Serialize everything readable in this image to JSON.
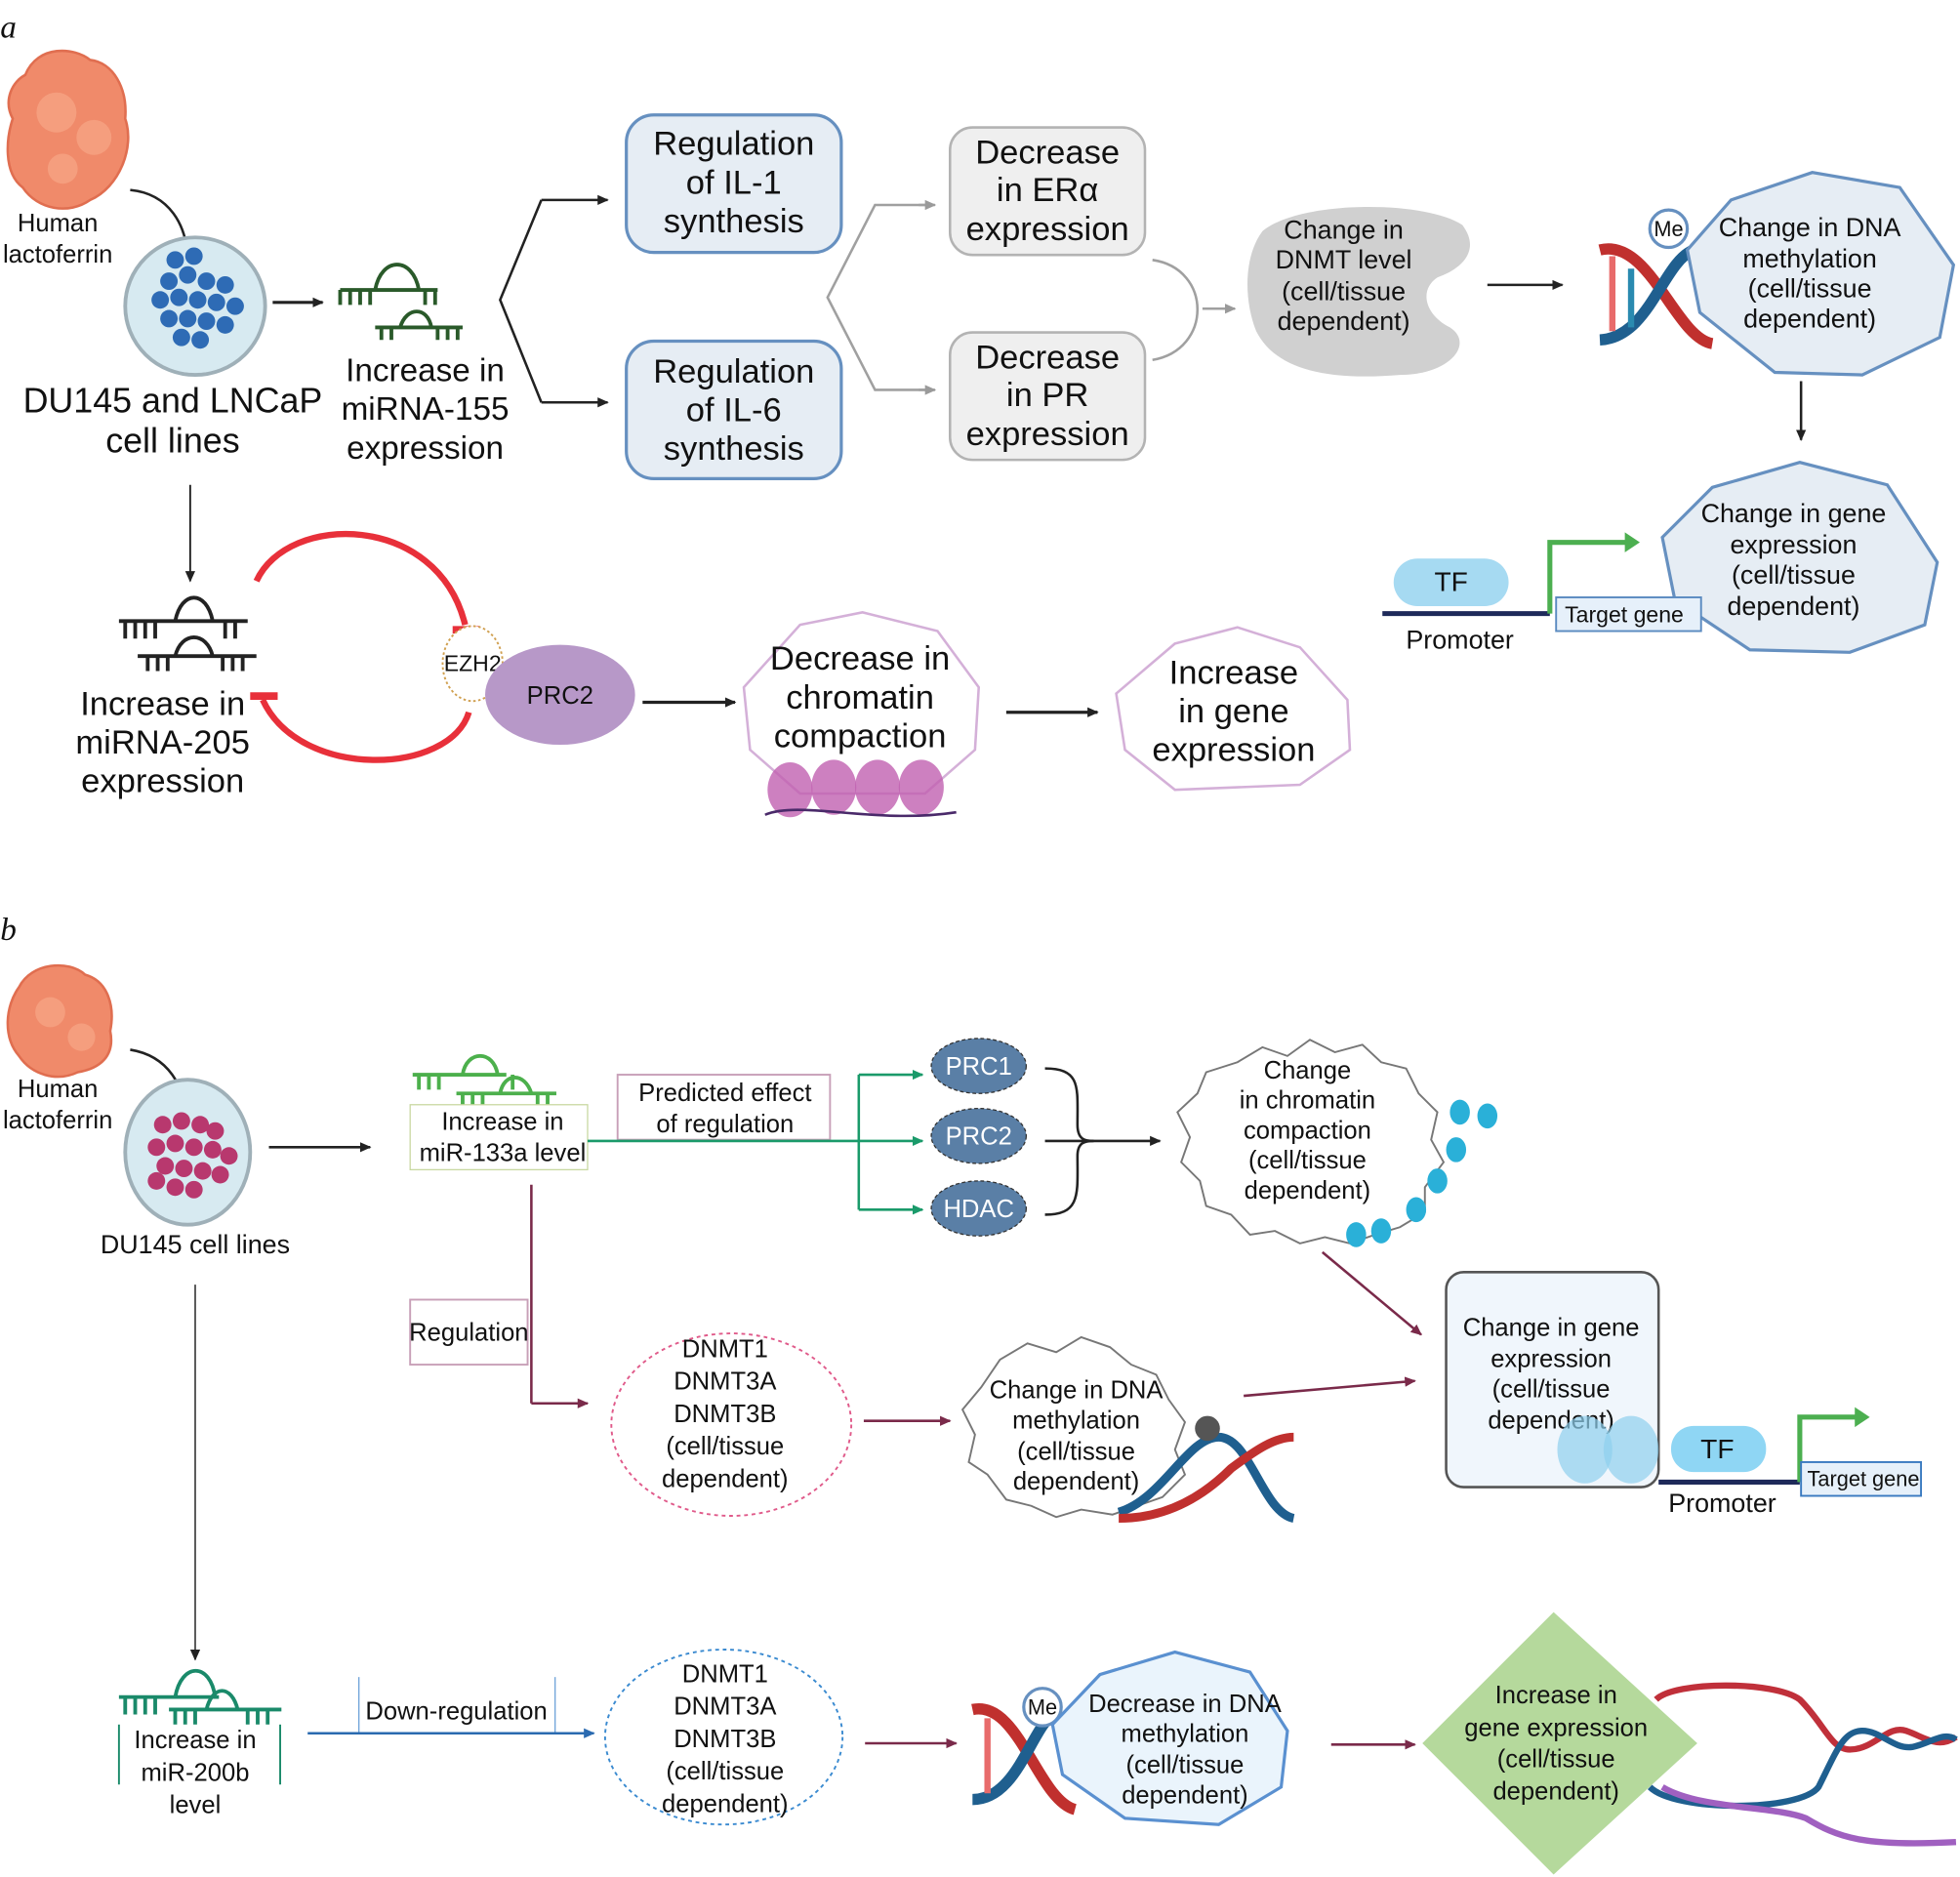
{
  "panel_a": {
    "label": "a",
    "source": [
      "Human",
      "lactoferrin"
    ],
    "cells": [
      "DU145 and LNCaP",
      "cell lines"
    ],
    "mirna155": [
      "Increase in",
      "miRNA-155",
      "expression"
    ],
    "il1": [
      "Regulation",
      "of IL-1",
      "synthesis"
    ],
    "il6": [
      "Regulation",
      "of IL-6",
      "synthesis"
    ],
    "era": [
      "Decrease",
      "in ERα",
      "expression"
    ],
    "pr": [
      "Decrease",
      "in PR",
      "expression"
    ],
    "dnmt": [
      "Change in",
      "DNMT level",
      "(cell/tissue",
      "dependent)"
    ],
    "me": "Me",
    "dna_meth": [
      "Change in DNA",
      "methylation",
      "(cell/tissue",
      "dependent)"
    ],
    "gene_expr": [
      "Change in gene",
      "expression",
      "(cell/tissue",
      "dependent)"
    ],
    "tf": "TF",
    "target_gene": "Target gene",
    "promoter": "Promoter",
    "mirna205": [
      "Increase in",
      "miRNA-205",
      "expression"
    ],
    "ezh2": "EZH2",
    "prc2": "PRC2",
    "chromatin": [
      "Decrease in",
      "chromatin",
      "compaction"
    ],
    "increase_gene": [
      "Increase",
      "in gene",
      "expression"
    ]
  },
  "panel_b": {
    "label": "b",
    "source": [
      "Human",
      "lactoferrin"
    ],
    "cells": "DU145 cell lines",
    "mir133a": [
      "Increase in",
      "miR-133a level"
    ],
    "predicted": [
      "Predicted effect",
      "of regulation"
    ],
    "prc1": "PRC1",
    "prc2": "PRC2",
    "hdac": "HDAC",
    "chromatin": [
      "Change",
      "in chromatin",
      "compaction",
      "(cell/tissue",
      "dependent)"
    ],
    "regulation": "Regulation",
    "dnmts1": [
      "DNMT1",
      "DNMT3A",
      "DNMT3B",
      "(cell/tissue",
      "dependent)"
    ],
    "dna_meth": [
      "Change in DNA",
      "methylation",
      "(cell/tissue",
      "dependent)"
    ],
    "gene_expr": [
      "Change in gene",
      "expression",
      "(cell/tissue",
      "dependent)"
    ],
    "tf": "TF",
    "target_gene": "Target gene",
    "promoter": "Promoter",
    "mir200b": [
      "Increase in",
      "miR-200b",
      "level"
    ],
    "downreg": "Down-regulation",
    "dnmts2": [
      "DNMT1",
      "DNMT3A",
      "DNMT3B",
      "(cell/tissue",
      "dependent)"
    ],
    "me": "Me",
    "decrease_meth": [
      "Decrease in DNA",
      "methylation",
      "(cell/tissue",
      "dependent)"
    ],
    "increase_gene": [
      "Increase in",
      "gene expression",
      "(cell/tissue",
      "dependent)"
    ]
  }
}
